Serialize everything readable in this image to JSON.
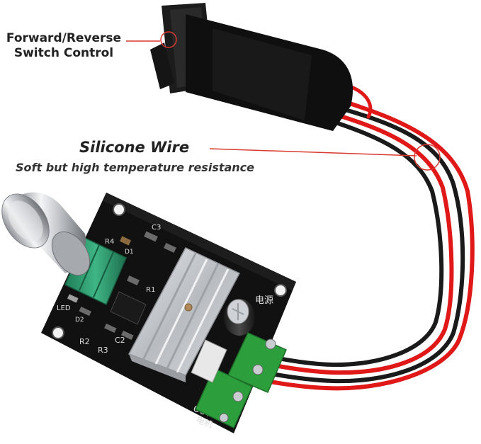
{
  "callouts": {
    "switch_line1": "Forward/Reverse",
    "switch_line2": "Switch Control",
    "wire_title": "Silicone Wire",
    "wire_subtitle": "Soft but high temperature resistance"
  },
  "board_labels": {
    "c3": "C3",
    "r4": "R4",
    "d1": "D1",
    "r1": "R1",
    "led": "LED",
    "d2": "D2",
    "r2": "R2",
    "r3": "R3",
    "c2": "C2",
    "power_cn": "电源",
    "out": "OUT",
    "motor_cn": "电机"
  },
  "colors": {
    "callout_line": "#d9392f",
    "pcb": "#111111",
    "heatsink": "#c9ccd0",
    "potentiometer": "#2d9a6f",
    "terminal": "#2c9e3c",
    "wire_red": "#e01818",
    "wire_black": "#1a1a1a"
  }
}
